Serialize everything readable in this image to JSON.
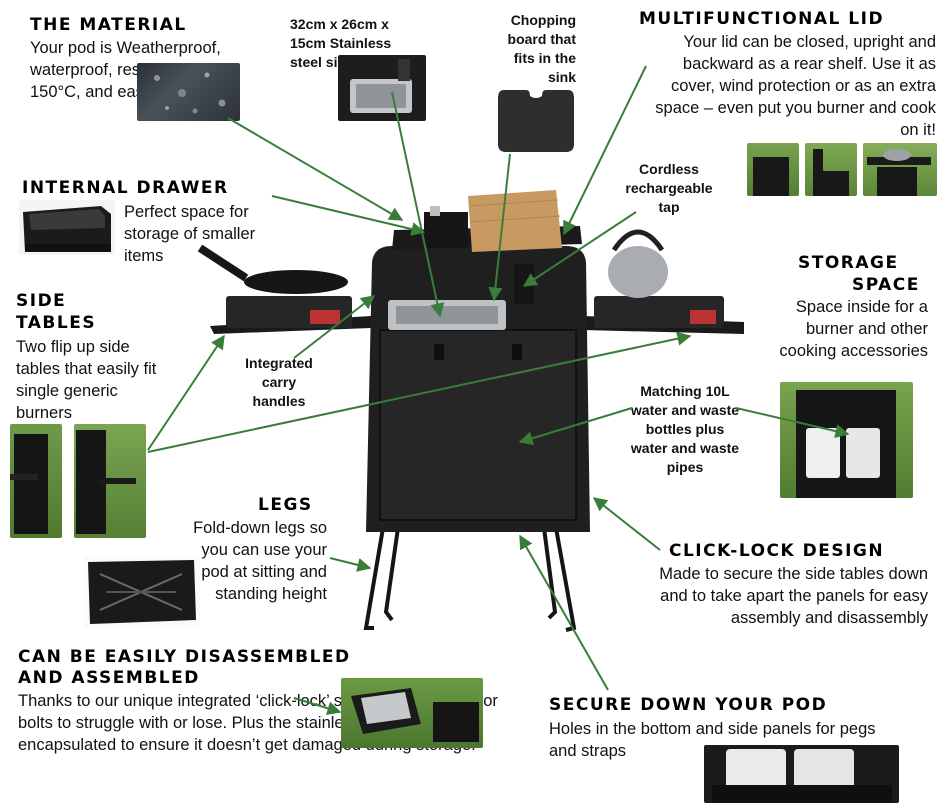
{
  "material": {
    "heading": "The Material",
    "text": "Your pod is Weatherproof, waterproof, resistant up to 150°C, and easy to clean"
  },
  "internal_drawer": {
    "heading": "Internal Drawer",
    "text": "Perfect space for storage of smaller items"
  },
  "side_tables": {
    "heading_line1": "Side",
    "heading_line2": "Tables",
    "text": "Two flip up side tables that easily fit single generic burners"
  },
  "legs": {
    "heading": "Legs",
    "text": "Fold-down legs so you can use your pod at sitting and standing height"
  },
  "disassembled": {
    "heading_line1": "Can be easily disassembled",
    "heading_line2": "and assembled",
    "text": "Thanks to our unique integrated ‘click-lock’ system – no screws or bolts to struggle with or lose. Plus the stainless sink is encapsulated to ensure it doesn’t get damaged during storage."
  },
  "multifunctional_lid": {
    "heading": "Multifunctional Lid",
    "text": "Your lid can be closed, upright and backward as a rear shelf. Use it as cover, wind protection or as an extra space – even put you burner and cook on it!"
  },
  "storage_space": {
    "heading_line1": "Storage",
    "heading_line2": "Space",
    "text": "Space inside for a burner and other cooking accessories"
  },
  "click_lock": {
    "heading": "Click-Lock Design",
    "text": "Made to secure the side tables down and to take apart the panels for easy assembly and disassembly"
  },
  "secure_down": {
    "heading": "Secure down your pod",
    "text": "Holes in the bottom and side panels for pegs and straps"
  },
  "callouts": {
    "sink": "32cm x 26cm x 15cm Stainless steel sink",
    "chopping_board": "Chopping board that fits in the sink",
    "tap": "Cordless rechargeable tap",
    "carry_handles": "Integrated carry handles",
    "bottles": "Matching 10L water and waste bottles plus water and waste pipes"
  },
  "colors": {
    "arrow": "#3a7d3a",
    "pod": "#1c1c1c",
    "grass": "#5f8f3a",
    "steel": "#b9bcbf",
    "wood": "#c89a62"
  }
}
